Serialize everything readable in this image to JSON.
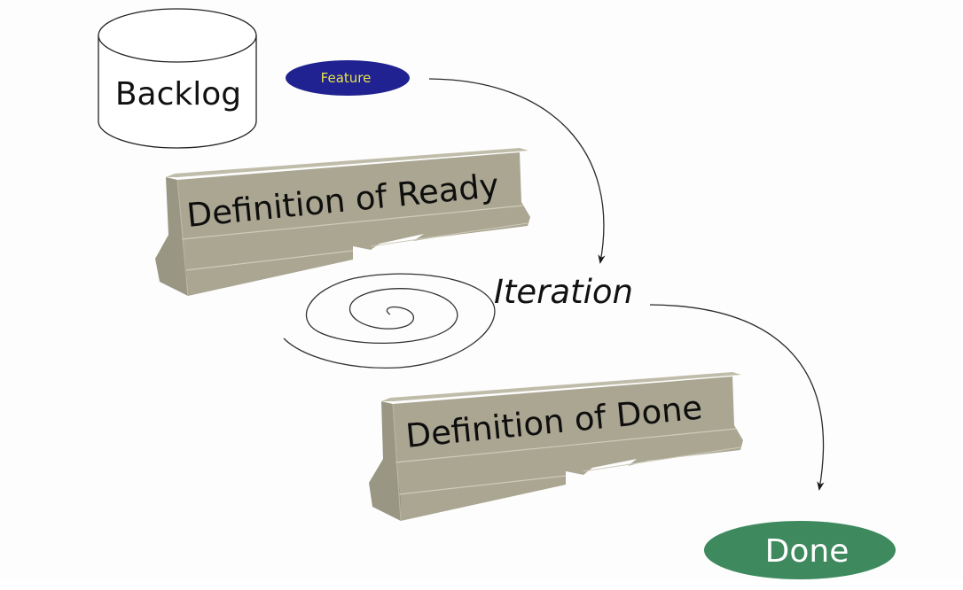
{
  "diagram": {
    "backlog": {
      "label": "Backlog",
      "shape": "database-cylinder"
    },
    "feature": {
      "label": "Feature",
      "fill": "#1f2290",
      "text_color": "#e8e34a"
    },
    "definition_of_ready": {
      "label": "Definition of Ready",
      "shape": "concrete-barrier",
      "fill": "#aaa692"
    },
    "iteration": {
      "label": "Iteration",
      "icon": "spiral-icon"
    },
    "definition_of_done": {
      "label": "Definition of Done",
      "shape": "concrete-barrier",
      "fill": "#aaa692"
    },
    "done": {
      "label": "Done",
      "fill": "#3e8a5e",
      "text_color": "#ffffff"
    },
    "edges": [
      {
        "from": "Feature",
        "to": "Iteration",
        "style": "curved-arrow"
      },
      {
        "from": "Iteration",
        "to": "Done",
        "style": "curved-arrow"
      }
    ]
  }
}
